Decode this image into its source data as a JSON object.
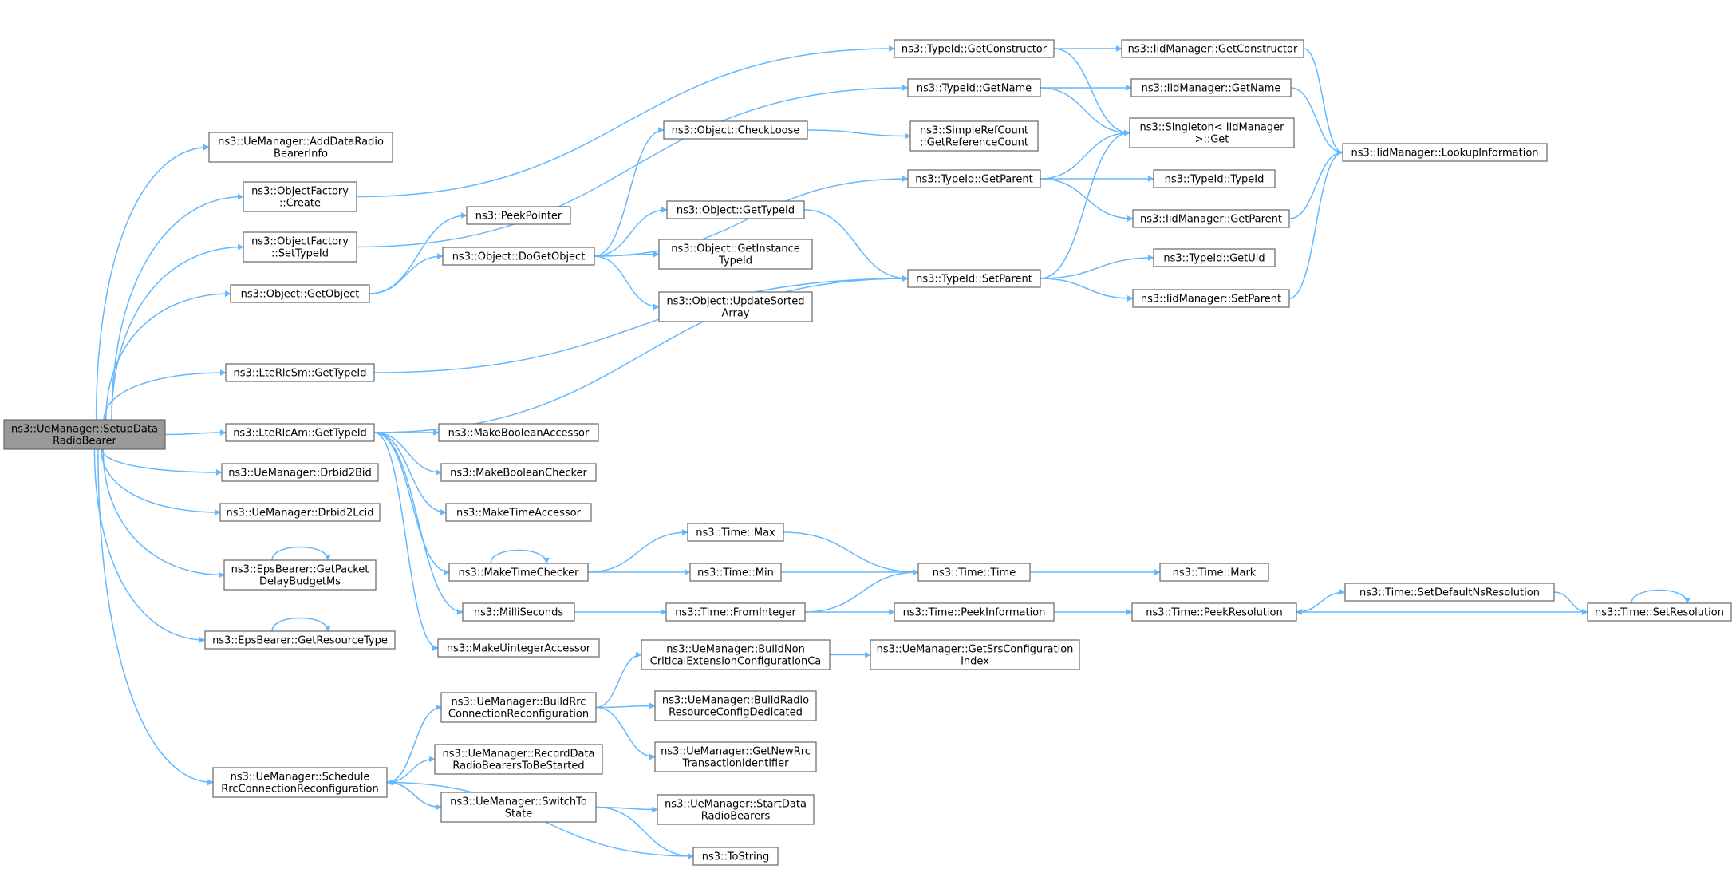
{
  "diagram": {
    "nodes": [
      {
        "id": "setup",
        "lines": [
          "ns3::UeManager::SetupData",
          "RadioBearer"
        ],
        "highlight": true
      },
      {
        "id": "adddrbi",
        "lines": [
          "ns3::UeManager::AddDataRadio",
          "BearerInfo"
        ]
      },
      {
        "id": "ofcreate",
        "lines": [
          "ns3::ObjectFactory",
          "::Create"
        ]
      },
      {
        "id": "ofsettypeid",
        "lines": [
          "ns3::ObjectFactory",
          "::SetTypeId"
        ]
      },
      {
        "id": "getobject",
        "lines": [
          "ns3::Object::GetObject"
        ]
      },
      {
        "id": "rlcsm",
        "lines": [
          "ns3::LteRlcSm::GetTypeId"
        ]
      },
      {
        "id": "rlcam",
        "lines": [
          "ns3::LteRlcAm::GetTypeId"
        ]
      },
      {
        "id": "drbid2bid",
        "lines": [
          "ns3::UeManager::Drbid2Bid"
        ]
      },
      {
        "id": "drbid2lcid",
        "lines": [
          "ns3::UeManager::Drbid2Lcid"
        ]
      },
      {
        "id": "getpdb",
        "lines": [
          "ns3::EpsBearer::GetPacket",
          "DelayBudgetMs"
        ]
      },
      {
        "id": "getrestype",
        "lines": [
          "ns3::EpsBearer::GetResourceType"
        ]
      },
      {
        "id": "schedrrc",
        "lines": [
          "ns3::UeManager::Schedule",
          "RrcConnectionReconfiguration"
        ]
      },
      {
        "id": "peekptr",
        "lines": [
          "ns3::PeekPointer"
        ]
      },
      {
        "id": "dogetobject",
        "lines": [
          "ns3::Object::DoGetObject"
        ]
      },
      {
        "id": "mkboolacc",
        "lines": [
          "ns3::MakeBooleanAccessor"
        ]
      },
      {
        "id": "mkboolchk",
        "lines": [
          "ns3::MakeBooleanChecker"
        ]
      },
      {
        "id": "mktimeacc",
        "lines": [
          "ns3::MakeTimeAccessor"
        ]
      },
      {
        "id": "mktimechk",
        "lines": [
          "ns3::MakeTimeChecker"
        ]
      },
      {
        "id": "millisec",
        "lines": [
          "ns3::MilliSeconds"
        ]
      },
      {
        "id": "mkuintacc",
        "lines": [
          "ns3::MakeUintegerAccessor"
        ]
      },
      {
        "id": "buildrrc",
        "lines": [
          "ns3::UeManager::BuildRrc",
          "ConnectionReconfiguration"
        ]
      },
      {
        "id": "recorddrb",
        "lines": [
          "ns3::UeManager::RecordData",
          "RadioBearersToBeStarted"
        ]
      },
      {
        "id": "switchto",
        "lines": [
          "ns3::UeManager::SwitchTo",
          "State"
        ]
      },
      {
        "id": "checkloose",
        "lines": [
          "ns3::Object::CheckLoose"
        ]
      },
      {
        "id": "objgettypeid",
        "lines": [
          "ns3::Object::GetTypeId"
        ]
      },
      {
        "id": "getinsttid",
        "lines": [
          "ns3::Object::GetInstance",
          "TypeId"
        ]
      },
      {
        "id": "updsorted",
        "lines": [
          "ns3::Object::UpdateSorted",
          "Array"
        ]
      },
      {
        "id": "timemax",
        "lines": [
          "ns3::Time::Max"
        ]
      },
      {
        "id": "timemin",
        "lines": [
          "ns3::Time::Min"
        ]
      },
      {
        "id": "fromint",
        "lines": [
          "ns3::Time::FromInteger"
        ]
      },
      {
        "id": "buildnoncrit",
        "lines": [
          "ns3::UeManager::BuildNon",
          "CriticalExtensionConfigurationCa"
        ]
      },
      {
        "id": "buildradiores",
        "lines": [
          "ns3::UeManager::BuildRadio",
          "ResourceConfigDedicated"
        ]
      },
      {
        "id": "getnewrrc",
        "lines": [
          "ns3::UeManager::GetNewRrc",
          "TransactionIdentifier"
        ]
      },
      {
        "id": "startdrb",
        "lines": [
          "ns3::UeManager::StartData",
          "RadioBearers"
        ]
      },
      {
        "id": "tostring",
        "lines": [
          "ns3::ToString"
        ]
      },
      {
        "id": "getctor",
        "lines": [
          "ns3::TypeId::GetConstructor"
        ]
      },
      {
        "id": "getname",
        "lines": [
          "ns3::TypeId::GetName"
        ]
      },
      {
        "id": "simplerc",
        "lines": [
          "ns3::SimpleRefCount",
          "::GetReferenceCount"
        ]
      },
      {
        "id": "getparent",
        "lines": [
          "ns3::TypeId::GetParent"
        ]
      },
      {
        "id": "setparent",
        "lines": [
          "ns3::TypeId::SetParent"
        ]
      },
      {
        "id": "timetime",
        "lines": [
          "ns3::Time::Time"
        ]
      },
      {
        "id": "peekinfo",
        "lines": [
          "ns3::Time::PeekInformation"
        ]
      },
      {
        "id": "getsrs",
        "lines": [
          "ns3::UeManager::GetSrsConfiguration",
          "Index"
        ]
      },
      {
        "id": "iidgetctor",
        "lines": [
          "ns3::IidManager::GetConstructor"
        ]
      },
      {
        "id": "iidgetname",
        "lines": [
          "ns3::IidManager::GetName"
        ]
      },
      {
        "id": "singleton",
        "lines": [
          "ns3::Singleton< IidManager",
          ">::Get"
        ]
      },
      {
        "id": "typeidtypeid",
        "lines": [
          "ns3::TypeId::TypeId"
        ]
      },
      {
        "id": "iidgetparent",
        "lines": [
          "ns3::IidManager::GetParent"
        ]
      },
      {
        "id": "getuid",
        "lines": [
          "ns3::TypeId::GetUid"
        ]
      },
      {
        "id": "iidsetparent",
        "lines": [
          "ns3::IidManager::SetParent"
        ]
      },
      {
        "id": "timemark",
        "lines": [
          "ns3::Time::Mark"
        ]
      },
      {
        "id": "peekres",
        "lines": [
          "ns3::Time::PeekResolution"
        ]
      },
      {
        "id": "lookupinfo",
        "lines": [
          "ns3::IidManager::LookupInformation"
        ]
      },
      {
        "id": "setdefaultns",
        "lines": [
          "ns3::Time::SetDefaultNsResolution"
        ]
      },
      {
        "id": "setres",
        "lines": [
          "ns3::Time::SetResolution"
        ]
      }
    ],
    "edges": [
      [
        "setup",
        "adddrbi"
      ],
      [
        "setup",
        "ofcreate"
      ],
      [
        "setup",
        "ofsettypeid"
      ],
      [
        "setup",
        "getobject"
      ],
      [
        "setup",
        "rlcsm"
      ],
      [
        "setup",
        "rlcam"
      ],
      [
        "setup",
        "drbid2bid"
      ],
      [
        "setup",
        "drbid2lcid"
      ],
      [
        "setup",
        "getpdb"
      ],
      [
        "setup",
        "getrestype"
      ],
      [
        "setup",
        "schedrrc"
      ],
      [
        "ofcreate",
        "getctor"
      ],
      [
        "ofsettypeid",
        "getname"
      ],
      [
        "getobject",
        "peekptr"
      ],
      [
        "getobject",
        "dogetobject"
      ],
      [
        "dogetobject",
        "checkloose"
      ],
      [
        "dogetobject",
        "getparent"
      ],
      [
        "dogetobject",
        "objgettypeid"
      ],
      [
        "dogetobject",
        "getinsttid"
      ],
      [
        "dogetobject",
        "updsorted"
      ],
      [
        "checkloose",
        "simplerc"
      ],
      [
        "objgettypeid",
        "setparent"
      ],
      [
        "rlcsm",
        "setparent"
      ],
      [
        "rlcam",
        "setparent"
      ],
      [
        "rlcam",
        "mkboolacc"
      ],
      [
        "rlcam",
        "mkboolchk"
      ],
      [
        "rlcam",
        "mktimeacc"
      ],
      [
        "rlcam",
        "mktimechk"
      ],
      [
        "rlcam",
        "millisec"
      ],
      [
        "rlcam",
        "mkuintacc"
      ],
      [
        "mktimechk",
        "timemax"
      ],
      [
        "mktimechk",
        "timemin"
      ],
      [
        "mktimechk",
        "mktimechk"
      ],
      [
        "timemax",
        "timetime"
      ],
      [
        "timemin",
        "timetime"
      ],
      [
        "millisec",
        "fromint"
      ],
      [
        "fromint",
        "timetime"
      ],
      [
        "fromint",
        "peekinfo"
      ],
      [
        "timetime",
        "timemark"
      ],
      [
        "peekinfo",
        "peekres"
      ],
      [
        "peekres",
        "setdefaultns"
      ],
      [
        "setdefaultns",
        "setres"
      ],
      [
        "setres",
        "peekres"
      ],
      [
        "setres",
        "setres"
      ],
      [
        "getpdb",
        "getpdb"
      ],
      [
        "getrestype",
        "getrestype"
      ],
      [
        "schedrrc",
        "buildrrc"
      ],
      [
        "schedrrc",
        "recorddrb"
      ],
      [
        "schedrrc",
        "switchto"
      ],
      [
        "schedrrc",
        "tostring"
      ],
      [
        "switchto",
        "schedrrc"
      ],
      [
        "switchto",
        "startdrb"
      ],
      [
        "switchto",
        "tostring"
      ],
      [
        "buildrrc",
        "buildnoncrit"
      ],
      [
        "buildrrc",
        "buildradiores"
      ],
      [
        "buildrrc",
        "getnewrrc"
      ],
      [
        "buildnoncrit",
        "getsrs"
      ],
      [
        "getctor",
        "iidgetctor"
      ],
      [
        "getctor",
        "singleton"
      ],
      [
        "getname",
        "iidgetname"
      ],
      [
        "getname",
        "singleton"
      ],
      [
        "getparent",
        "singleton"
      ],
      [
        "getparent",
        "typeidtypeid"
      ],
      [
        "getparent",
        "iidgetparent"
      ],
      [
        "setparent",
        "singleton"
      ],
      [
        "setparent",
        "getuid"
      ],
      [
        "setparent",
        "iidsetparent"
      ],
      [
        "iidgetctor",
        "lookupinfo"
      ],
      [
        "iidgetname",
        "lookupinfo"
      ],
      [
        "iidgetparent",
        "lookupinfo"
      ],
      [
        "iidsetparent",
        "lookupinfo"
      ]
    ]
  }
}
